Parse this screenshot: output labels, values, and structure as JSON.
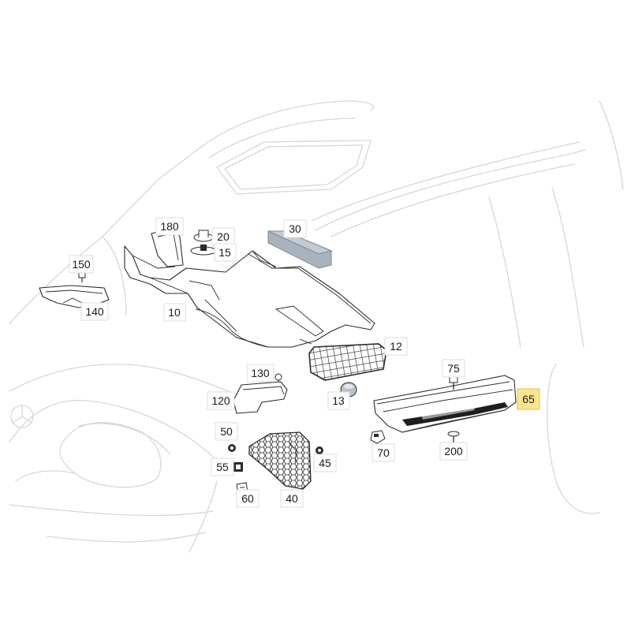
{
  "diagram": {
    "callouts": [
      {
        "id": "180",
        "label": "180",
        "highlight": false
      },
      {
        "id": "20",
        "label": "20",
        "highlight": false
      },
      {
        "id": "15",
        "label": "15",
        "highlight": false
      },
      {
        "id": "30",
        "label": "30",
        "highlight": false
      },
      {
        "id": "150",
        "label": "150",
        "highlight": false
      },
      {
        "id": "140",
        "label": "140",
        "highlight": false
      },
      {
        "id": "10",
        "label": "10",
        "highlight": false
      },
      {
        "id": "12",
        "label": "12",
        "highlight": false
      },
      {
        "id": "75",
        "label": "75",
        "highlight": false
      },
      {
        "id": "130",
        "label": "130",
        "highlight": false
      },
      {
        "id": "65",
        "label": "65",
        "highlight": true
      },
      {
        "id": "120",
        "label": "120",
        "highlight": false
      },
      {
        "id": "13",
        "label": "13",
        "highlight": false
      },
      {
        "id": "50",
        "label": "50",
        "highlight": false
      },
      {
        "id": "70",
        "label": "70",
        "highlight": false
      },
      {
        "id": "200",
        "label": "200",
        "highlight": false
      },
      {
        "id": "55",
        "label": "55",
        "highlight": false
      },
      {
        "id": "45",
        "label": "45",
        "highlight": false
      },
      {
        "id": "60",
        "label": "60",
        "highlight": false
      },
      {
        "id": "40",
        "label": "40",
        "highlight": false
      }
    ],
    "colors": {
      "highlight_fill": "#fde58c",
      "callout_border": "#dcdcdc",
      "ghost_line": "#d6d6d6",
      "part_line": "#2b2b2b",
      "foam_block": "#a9b3bd"
    }
  }
}
